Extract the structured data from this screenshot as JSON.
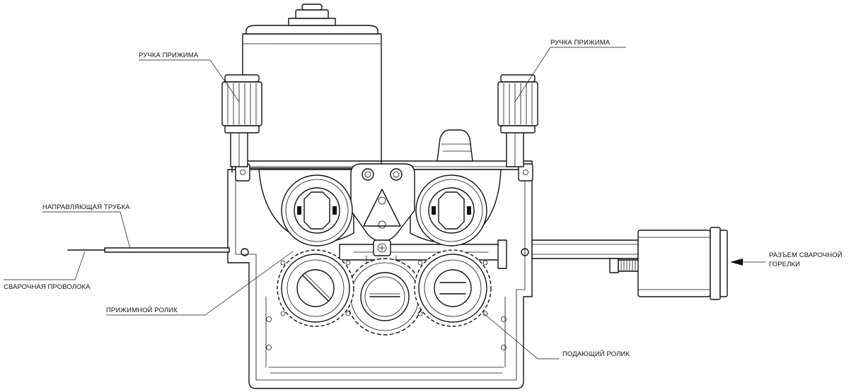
{
  "labels": {
    "pressure_handle_left": "РУЧКА ПРИЖИМА",
    "pressure_handle_right": "РУЧКА ПРИЖИМА",
    "guide_tube": "НАПРАВЛЯЮЩАЯ ТРУБКА",
    "welding_wire": "СВАРОЧНАЯ ПРОВОЛОКА",
    "pressure_roller": "ПРИЖИМНОЙ РОЛИК",
    "feed_roller": "ПОДАЮЩИЙ РОЛИК",
    "torch_connector_line1": "РАЗЪЕМ СВАРОЧНОЙ",
    "torch_connector_line2": "ГОРЕЛКИ"
  }
}
